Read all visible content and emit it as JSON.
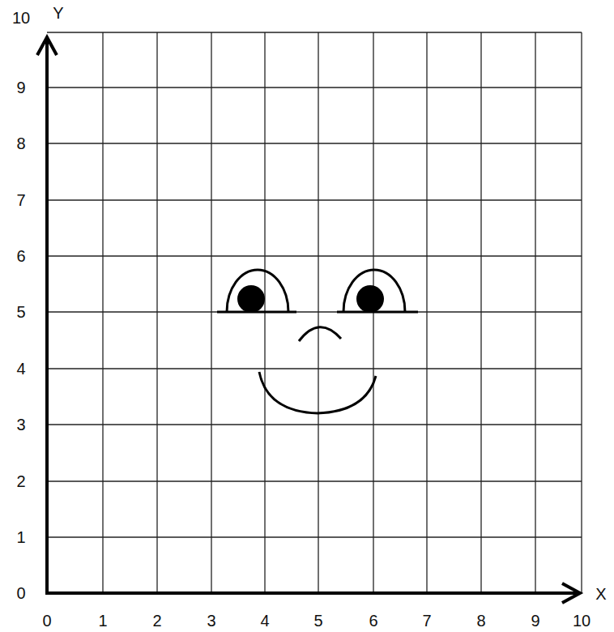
{
  "diagram": {
    "labels": [
      "Y",
      "10",
      "9",
      "8",
      "7",
      "6",
      "5",
      "4",
      "3",
      "2",
      "1",
      "0",
      "0",
      "1",
      "2",
      "3",
      "4",
      "5",
      "6",
      "7",
      "8",
      "9",
      "10",
      "X"
    ]
  }
}
